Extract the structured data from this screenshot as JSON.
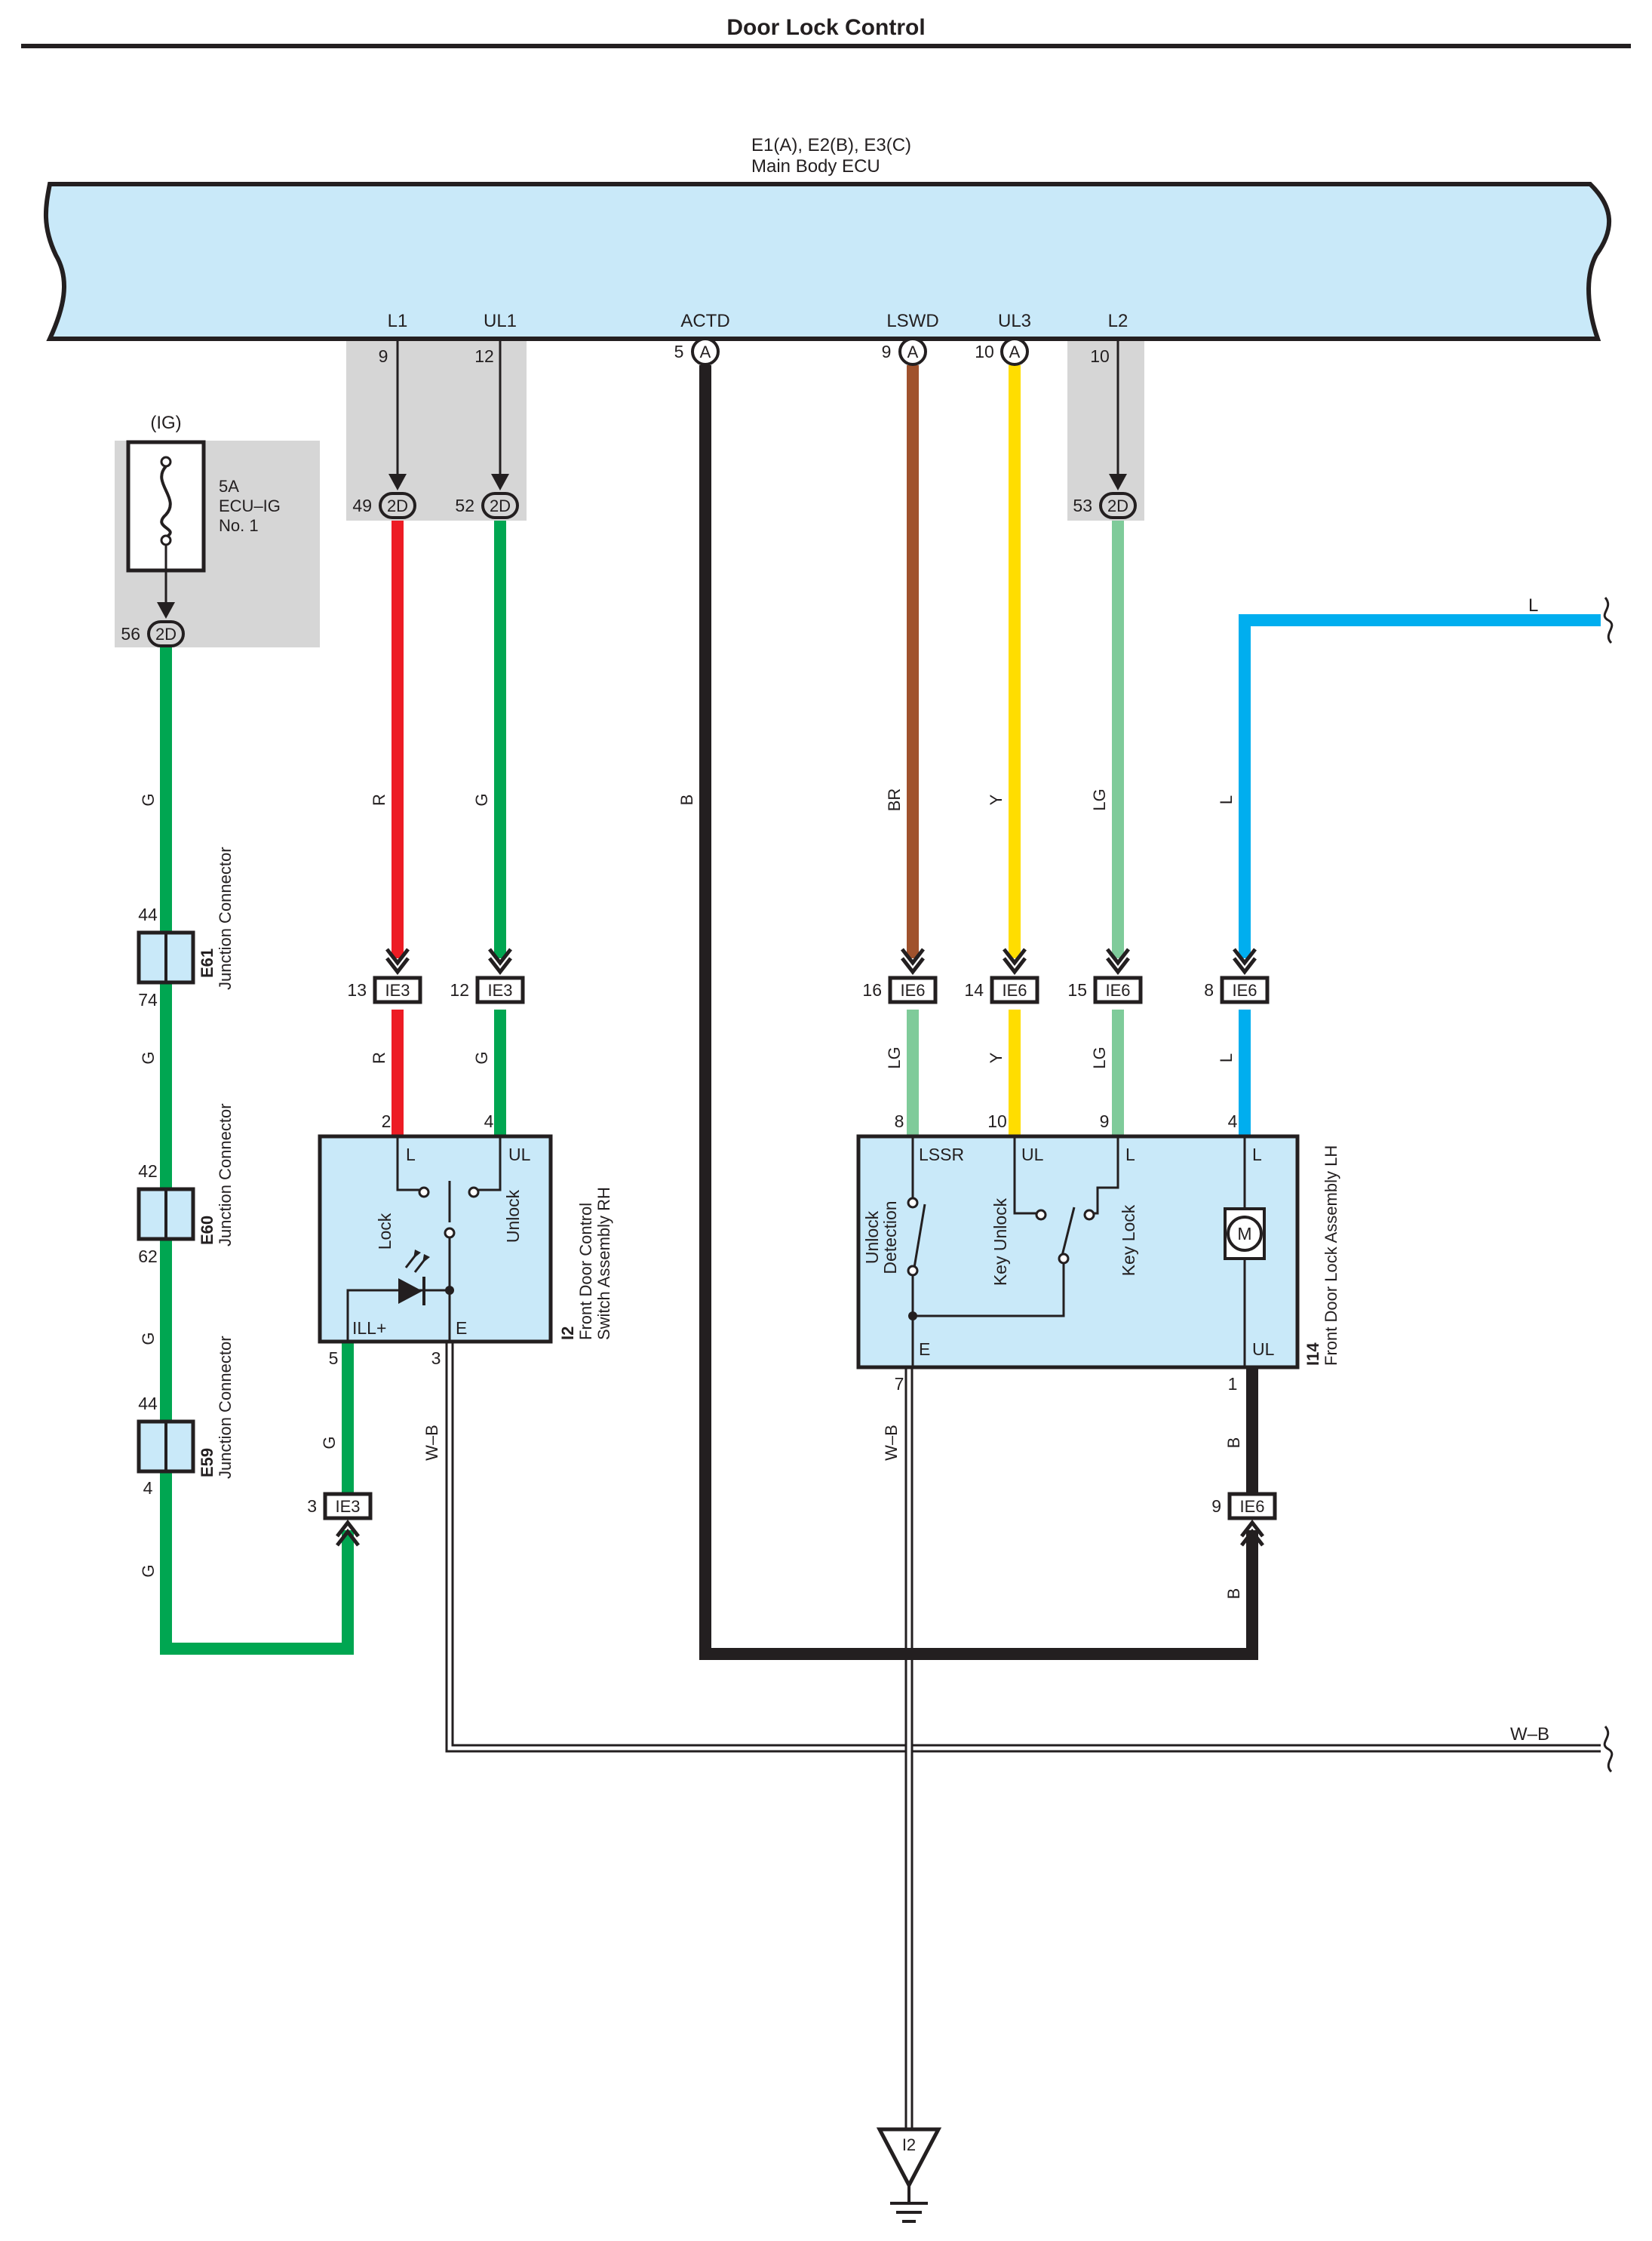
{
  "title": "Door Lock Control",
  "ecu": {
    "code": "E1(A), E2(B), E3(C)",
    "name": "Main Body ECU"
  },
  "ecu_terminals": [
    {
      "name": "L1",
      "pin": "9"
    },
    {
      "name": "UL1",
      "pin": "12"
    },
    {
      "name": "ACTD",
      "pin": "5",
      "conn": "A"
    },
    {
      "name": "LSWD",
      "pin": "9",
      "conn": "A"
    },
    {
      "name": "UL3",
      "pin": "10",
      "conn": "A"
    },
    {
      "name": "L2",
      "pin": "10"
    }
  ],
  "fuse": {
    "ig": "(IG)",
    "rating": "5A",
    "name1": "ECU–IG",
    "name2": "No. 1"
  },
  "jb_connectors": [
    {
      "pin": "56",
      "conn": "2D"
    },
    {
      "pin": "49",
      "conn": "2D"
    },
    {
      "pin": "52",
      "conn": "2D"
    },
    {
      "pin": "53",
      "conn": "2D"
    }
  ],
  "inline_connectors": [
    {
      "pin": "13",
      "conn": "IE3"
    },
    {
      "pin": "12",
      "conn": "IE3"
    },
    {
      "pin": "3",
      "conn": "IE3"
    },
    {
      "pin": "16",
      "conn": "IE6"
    },
    {
      "pin": "14",
      "conn": "IE6"
    },
    {
      "pin": "15",
      "conn": "IE6"
    },
    {
      "pin": "8",
      "conn": "IE6"
    },
    {
      "pin": "9",
      "conn": "IE6"
    }
  ],
  "junction_connectors": [
    {
      "code": "E61",
      "name": "Junction Connector",
      "pin_top": "44",
      "pin_bottom": "74"
    },
    {
      "code": "E60",
      "name": "Junction Connector",
      "pin_top": "42",
      "pin_bottom": "62"
    },
    {
      "code": "E59",
      "name": "Junction Connector",
      "pin_top": "44",
      "pin_bottom": "4"
    }
  ],
  "wire_colors": {
    "G": "#00a651",
    "R": "#ed1c24",
    "B": "#231f20",
    "BR": "#a0522d",
    "Y": "#ffdd00",
    "LG": "#7fcb9a",
    "L": "#00aeef",
    "W-B": "#ffffff"
  },
  "wire_labels": {
    "g": "G",
    "r": "R",
    "b": "B",
    "br": "BR",
    "y": "Y",
    "lg": "LG",
    "l": "L",
    "wb": "W–B"
  },
  "switch_rh": {
    "code": "I2",
    "name1": "Front Door Control",
    "name2": "Switch Assembly RH",
    "terminals": {
      "L": "L",
      "UL": "UL",
      "ILL": "ILL+",
      "E": "E"
    },
    "pins": {
      "L": "2",
      "UL": "4",
      "ILL": "5",
      "E": "3"
    },
    "lock": "Lock",
    "unlock": "Unlock"
  },
  "lock_lh": {
    "code": "I14",
    "name": "Front Door Lock Assembly LH",
    "terminals": {
      "LSSR": "LSSR",
      "UL_top": "UL",
      "L_mid": "L",
      "L_right": "L",
      "E": "E",
      "UL_bottom": "UL"
    },
    "pins": {
      "LSSR": "8",
      "UL_top": "10",
      "L_mid": "9",
      "L_right": "4",
      "E": "7",
      "UL_bottom": "1"
    },
    "unlock_detection1": "Unlock",
    "unlock_detection2": "Detection",
    "key_unlock": "Key Unlock",
    "key_lock": "Key Lock",
    "motor": "M"
  },
  "continuation_labels": {
    "l": "L",
    "wb": "W–B"
  },
  "ground": {
    "label": "I2"
  },
  "colors": {
    "ecu_fill": "#c9e9f9",
    "component_fill": "#c9e9f9",
    "shade": "#d6d6d6"
  }
}
